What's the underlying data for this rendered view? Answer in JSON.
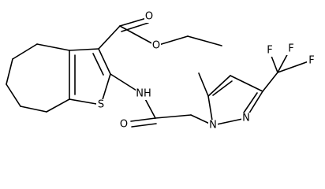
{
  "molecule": {
    "atom_labels": {
      "s_ring": "S",
      "ester_o_carbonyl": "O",
      "ester_o_single": "O",
      "nh": "NH",
      "amide_o": "O",
      "n1": "N",
      "n2": "N",
      "f_top_left": "F",
      "f_top_right": "F",
      "f_right": "F"
    }
  }
}
